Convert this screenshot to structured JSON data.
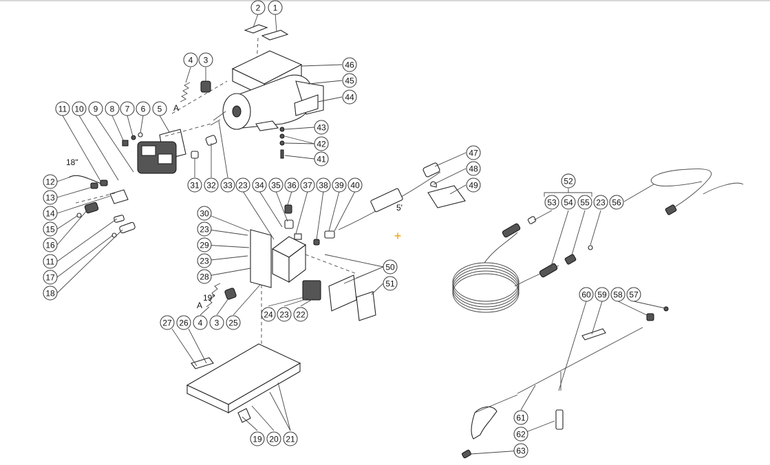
{
  "balloons": [
    {
      "id": "b2-top",
      "label": "2"
    },
    {
      "id": "b1-top",
      "label": "1"
    },
    {
      "id": "b4-top",
      "label": "4"
    },
    {
      "id": "b3-top",
      "label": "3"
    },
    {
      "id": "b46",
      "label": "46"
    },
    {
      "id": "b45",
      "label": "45"
    },
    {
      "id": "b44",
      "label": "44"
    },
    {
      "id": "b11-a",
      "label": "11"
    },
    {
      "id": "b10",
      "label": "10"
    },
    {
      "id": "b9",
      "label": "9"
    },
    {
      "id": "b8",
      "label": "8"
    },
    {
      "id": "b7",
      "label": "7"
    },
    {
      "id": "b6",
      "label": "6"
    },
    {
      "id": "b5",
      "label": "5"
    },
    {
      "id": "b43",
      "label": "43"
    },
    {
      "id": "b42",
      "label": "42"
    },
    {
      "id": "b41",
      "label": "41"
    },
    {
      "id": "b12",
      "label": "12"
    },
    {
      "id": "b13",
      "label": "13"
    },
    {
      "id": "b14",
      "label": "14"
    },
    {
      "id": "b15",
      "label": "15"
    },
    {
      "id": "b16",
      "label": "16"
    },
    {
      "id": "b11-b",
      "label": "11"
    },
    {
      "id": "b17",
      "label": "17"
    },
    {
      "id": "b18",
      "label": "18"
    },
    {
      "id": "b31",
      "label": "31"
    },
    {
      "id": "b32",
      "label": "32"
    },
    {
      "id": "b33",
      "label": "33"
    },
    {
      "id": "b23-a",
      "label": "23"
    },
    {
      "id": "b34",
      "label": "34"
    },
    {
      "id": "b35",
      "label": "35"
    },
    {
      "id": "b36",
      "label": "36"
    },
    {
      "id": "b37",
      "label": "37"
    },
    {
      "id": "b38",
      "label": "38"
    },
    {
      "id": "b39",
      "label": "39"
    },
    {
      "id": "b40",
      "label": "40"
    },
    {
      "id": "b47",
      "label": "47"
    },
    {
      "id": "b48",
      "label": "48"
    },
    {
      "id": "b49",
      "label": "49"
    },
    {
      "id": "b52",
      "label": "52"
    },
    {
      "id": "b53",
      "label": "53"
    },
    {
      "id": "b54",
      "label": "54"
    },
    {
      "id": "b55",
      "label": "55"
    },
    {
      "id": "b23-b",
      "label": "23"
    },
    {
      "id": "b56",
      "label": "56"
    },
    {
      "id": "b30",
      "label": "30"
    },
    {
      "id": "b23-c",
      "label": "23"
    },
    {
      "id": "b29",
      "label": "29"
    },
    {
      "id": "b23-d",
      "label": "23"
    },
    {
      "id": "b28",
      "label": "28"
    },
    {
      "id": "b50",
      "label": "50"
    },
    {
      "id": "b51",
      "label": "51"
    },
    {
      "id": "b24",
      "label": "24"
    },
    {
      "id": "b23-e",
      "label": "23"
    },
    {
      "id": "b22",
      "label": "22"
    },
    {
      "id": "b4-bot",
      "label": "4"
    },
    {
      "id": "b3-bot",
      "label": "3"
    },
    {
      "id": "b25",
      "label": "25"
    },
    {
      "id": "b27",
      "label": "27"
    },
    {
      "id": "b26",
      "label": "26"
    },
    {
      "id": "b60",
      "label": "60"
    },
    {
      "id": "b59",
      "label": "59"
    },
    {
      "id": "b58",
      "label": "58"
    },
    {
      "id": "b57",
      "label": "57"
    },
    {
      "id": "b61",
      "label": "61"
    },
    {
      "id": "b62",
      "label": "62"
    },
    {
      "id": "b63",
      "label": "63"
    },
    {
      "id": "b19",
      "label": "19"
    },
    {
      "id": "b20",
      "label": "20"
    },
    {
      "id": "b21",
      "label": "21"
    }
  ],
  "annotations": {
    "hose_18": "18\"",
    "hose_19": "19\"",
    "hose_5ft": "5'",
    "mark_a_top": "A",
    "mark_a_bottom": "A"
  },
  "cursor_marker": "+",
  "colors": {
    "cursor": "#f0a000",
    "line": "#444444"
  }
}
